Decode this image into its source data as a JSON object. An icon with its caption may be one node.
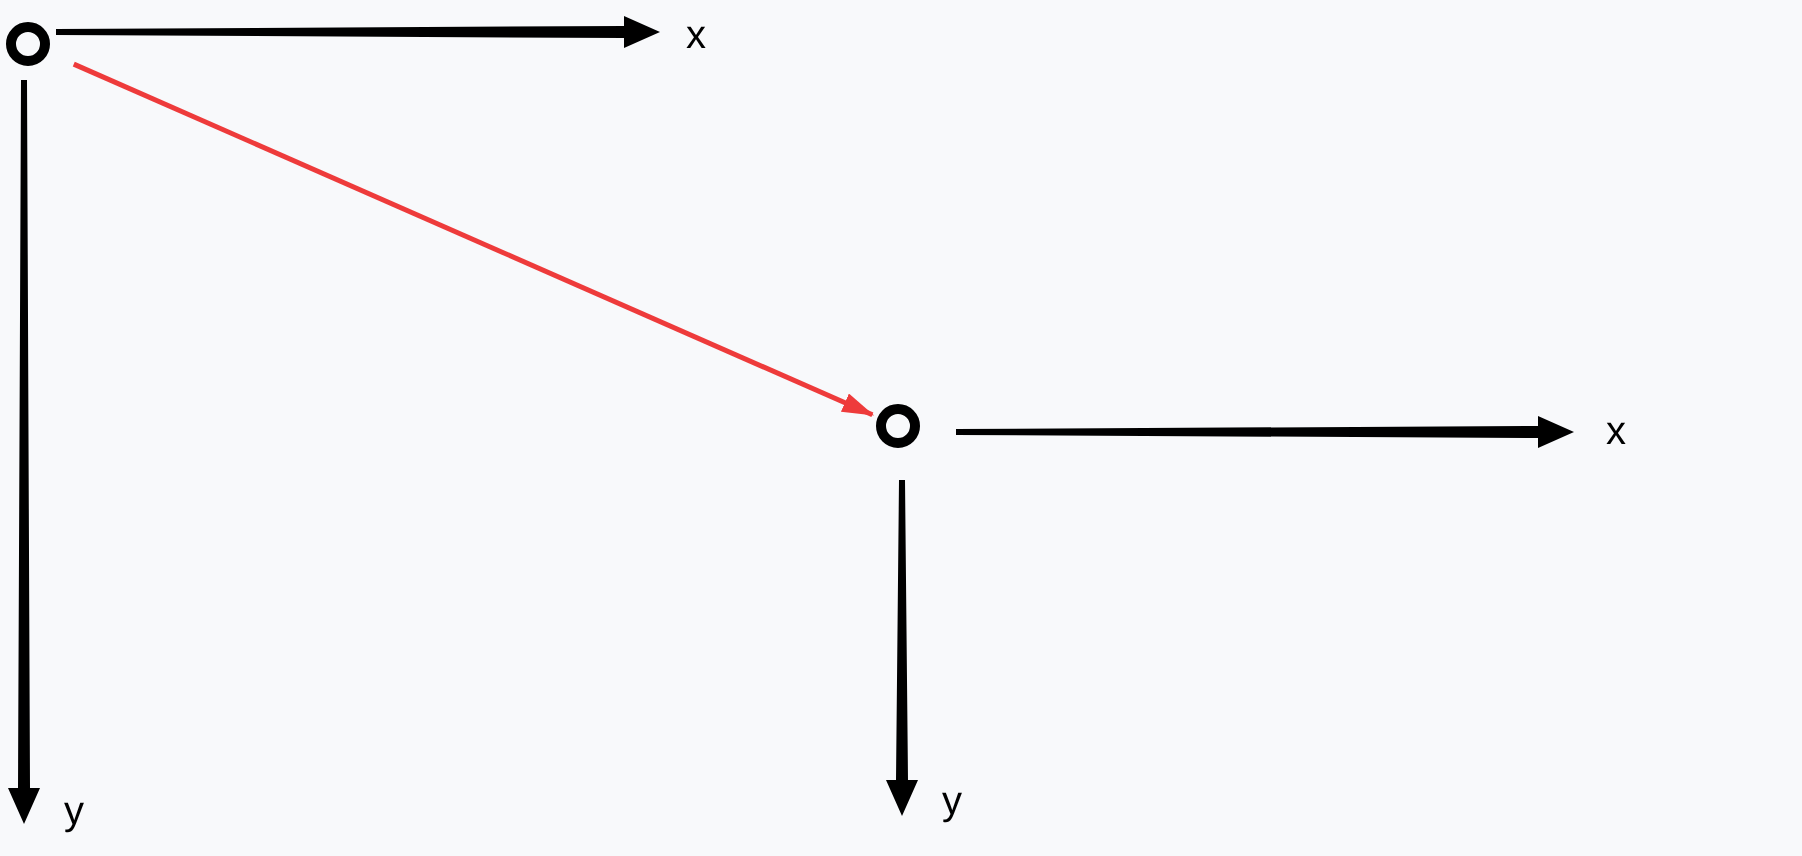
{
  "diagram": {
    "nodes": [
      {
        "text": [],
        "shape": "circle"
      },
      {
        "text": [],
        "shape": "circle"
      }
    ],
    "edges": [
      {
        "from": 0,
        "to": 1,
        "arrow": "to",
        "color": "#ee3b3b"
      }
    ],
    "labels": [
      "x",
      "y",
      "x",
      "y"
    ]
  }
}
